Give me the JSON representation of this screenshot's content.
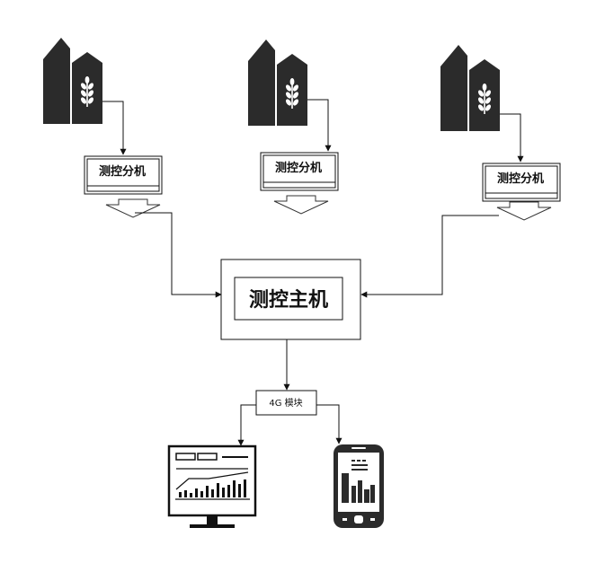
{
  "colors": {
    "icon_fill": "#2b2b2b",
    "line": "#111111",
    "background": "#ffffff"
  },
  "icons": [
    "granary-icon",
    "monitor-screen-icon",
    "down-arrow-icon",
    "desktop-monitor-icon",
    "smartphone-icon"
  ],
  "nodes": {
    "sub_units": [
      {
        "label": "测控分机"
      },
      {
        "label": "测控分机"
      },
      {
        "label": "测控分机"
      }
    ],
    "main_unit": {
      "label": "测控主机"
    },
    "module": {
      "label": "4G 模块"
    }
  }
}
